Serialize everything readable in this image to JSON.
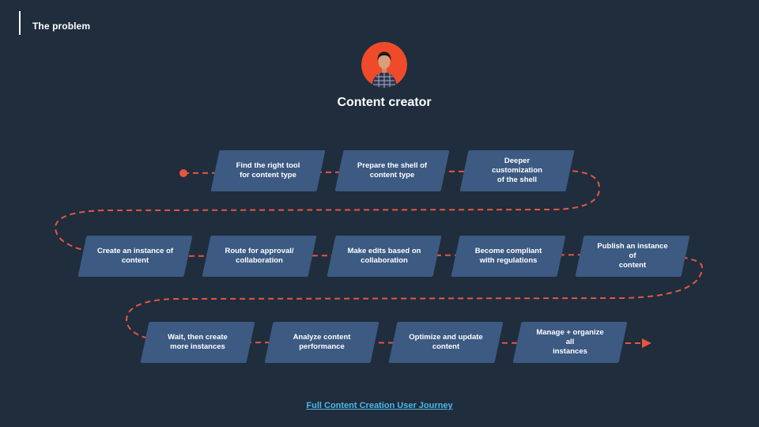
{
  "header": {
    "section_title": "The problem"
  },
  "persona": {
    "name": "Content creator",
    "avatar_icon": "person-avatar-icon"
  },
  "journey": {
    "steps": [
      "Find the right tool\nfor content type",
      "Prepare the shell of\ncontent type",
      "Deeper customization\nof the shell",
      "Create an instance of\ncontent",
      "Route for approval/\ncollaboration",
      "Make edits based on\ncollaboration",
      "Become compliant\nwith regulations",
      "Publish an instance of\ncontent",
      "Wait, then create\nmore instances",
      "Analyze content\nperformance",
      "Optimize and update\ncontent",
      "Manage + organize all\ninstances"
    ]
  },
  "footer": {
    "link_text": "Full Content Creation User Journey"
  },
  "colors": {
    "background": "#1f2d3d",
    "step_fill": "#3c5a82",
    "path": "#e8553f",
    "avatar_bg": "#ef4b2b",
    "link": "#4fb7e6"
  }
}
